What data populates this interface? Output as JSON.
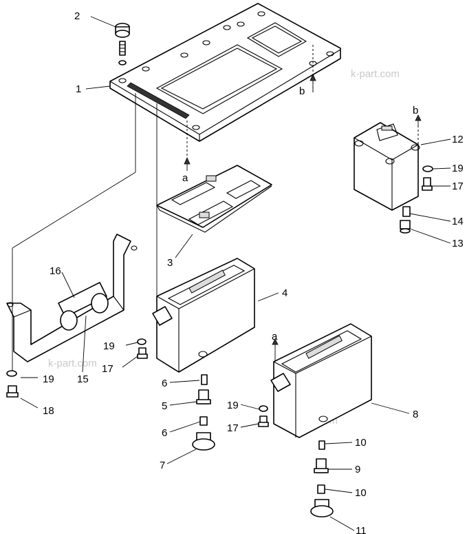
{
  "watermark": "k-part.com",
  "callouts": {
    "p1": "1",
    "p2": "2",
    "p3": "3",
    "p4": "4",
    "p5": "5",
    "p6a": "6",
    "p6b": "6",
    "p7": "7",
    "p8": "8",
    "p9": "9",
    "p10a": "10",
    "p10b": "10",
    "p11": "11",
    "p12": "12",
    "p13": "13",
    "p14": "14",
    "p15": "15",
    "p16": "16",
    "p17a": "17",
    "p17b": "17",
    "p17c": "17",
    "p18": "18",
    "p19a": "19",
    "p19b": "19",
    "p19c": "19",
    "p19d": "19"
  },
  "refs": {
    "a_top": "a",
    "a_unit8": "a",
    "b_plate": "b",
    "b_box": "b"
  }
}
